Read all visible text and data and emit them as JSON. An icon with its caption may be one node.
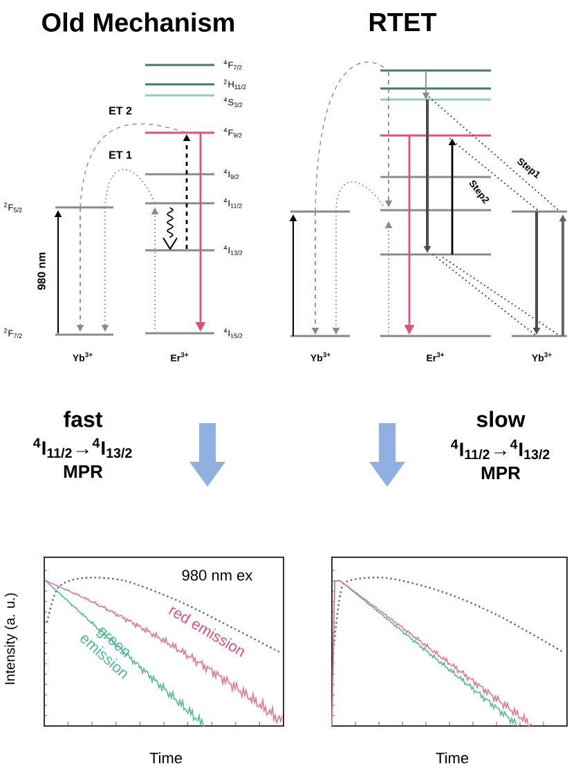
{
  "diagram": {
    "labels": [
      "Old Mechanism",
      "RTET",
      "$^{4}$F$_{7/2}$",
      "$^{2}$H$_{11/2}$",
      "$^{4}$S$_{3/2}$",
      "ET 2",
      "$^{4}$F$_{9/2}$",
      "ET 1",
      "$^{4}$I$_{9/2}$",
      "$^{2}$F$_{5/2}$",
      "$^{4}$I$_{11/2}$",
      "980 nm",
      "$^{4}$I$_{13/2}$",
      "$^{2}$F$_{7/2}$",
      "$^{4}$I$_{15/2}$",
      "Yb$^{3+}$",
      "Er$^{3+}$",
      "Step1",
      "Step2",
      "Yb$^{3+}$",
      "Er$^{3+}$",
      "Yb$^{3+}$",
      "fast",
      "$^{4}$I$_{11/2}$→$^{4}$I$_{13/2}$",
      "MPR",
      "slow",
      "$^{4}$I$_{11/2}$→$^{4}$I$_{13/2}$",
      "MPR",
      "980 nm ex",
      "red emission",
      "green emission",
      "Intensity (a. u.)",
      "Time",
      "Time"
    ]
  }
}
